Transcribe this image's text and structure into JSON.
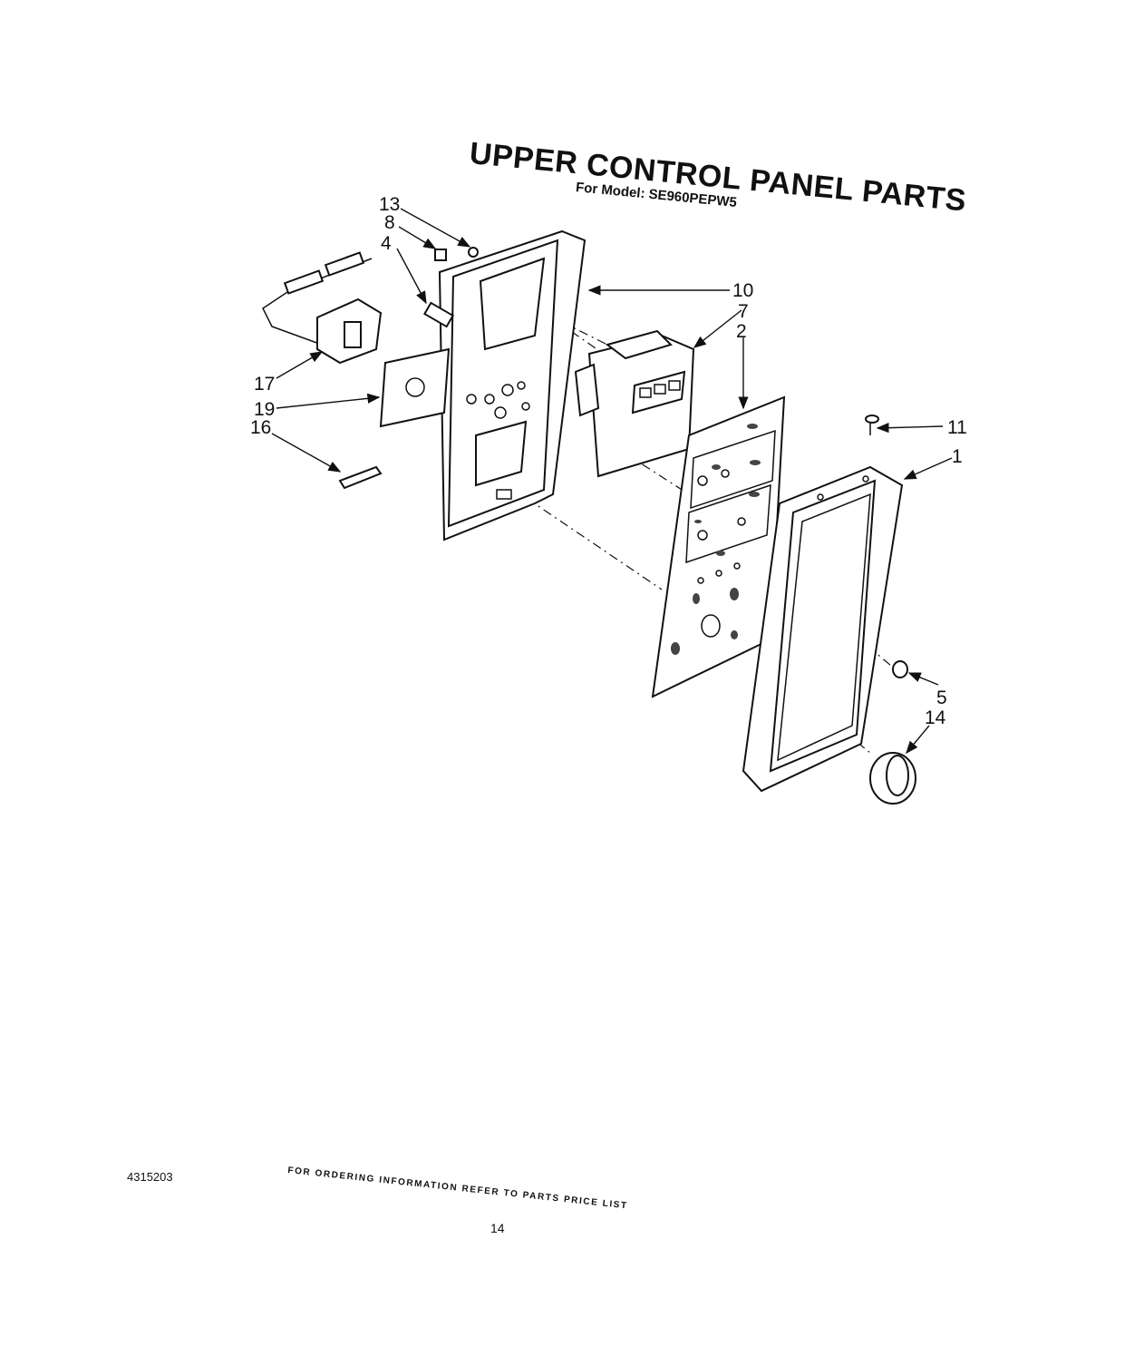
{
  "header": {
    "title": "UPPER CONTROL PANEL PARTS",
    "model": "For Model: SE960PEPW5"
  },
  "footer": {
    "document_number": "4315203",
    "ordering_note": "FOR ORDERING INFORMATION REFER TO PARTS PRICE LIST",
    "page_number": "14"
  },
  "callouts": {
    "c13": "13",
    "c8": "8",
    "c4": "4",
    "c17": "17",
    "c19": "19",
    "c16": "16",
    "c10": "10",
    "c7": "7",
    "c2": "2",
    "c11": "11",
    "c1": "1",
    "c5": "5",
    "c14": "14"
  }
}
